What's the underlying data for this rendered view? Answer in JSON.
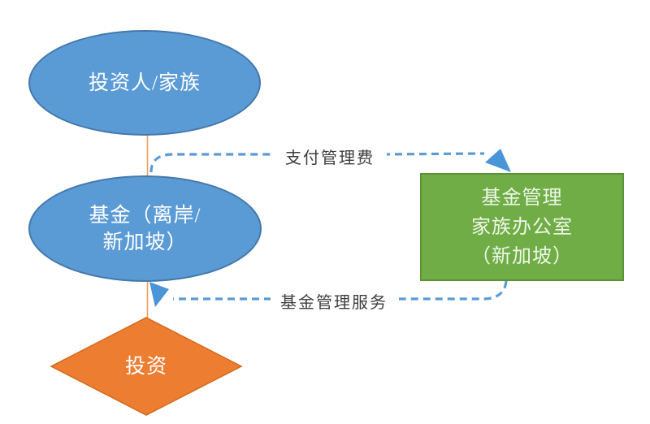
{
  "diagram": {
    "nodes": {
      "investor": {
        "label": "投资人/家族",
        "shape": "ellipse",
        "fill": "#5b9bd5",
        "border": "#4478ab"
      },
      "fund": {
        "lines": [
          "基金（离岸/",
          "新加坡）"
        ],
        "shape": "ellipse",
        "fill": "#5b9bd5",
        "border": "#4478ab"
      },
      "fund_manager": {
        "lines": [
          "基金管理",
          "家族办公室",
          "（新加坡）"
        ],
        "shape": "rectangle",
        "fill": "#70ad47",
        "border": "#5b9334"
      },
      "investment": {
        "label": "投资",
        "shape": "diamond",
        "fill": "#ed7d31",
        "border": "#d2691e"
      }
    },
    "edges": {
      "pay_fee": {
        "label": "支付管理费",
        "from": "fund",
        "to": "fund_manager",
        "style": "dashed",
        "color": "#5b9bd5"
      },
      "service": {
        "label": "基金管理服务",
        "from": "fund_manager",
        "to": "fund",
        "style": "dashed",
        "color": "#5b9bd5"
      },
      "vertical_connector": {
        "label": "",
        "from": "investor",
        "to": "investment",
        "style": "solid",
        "color": "#ef9d5c"
      }
    }
  }
}
